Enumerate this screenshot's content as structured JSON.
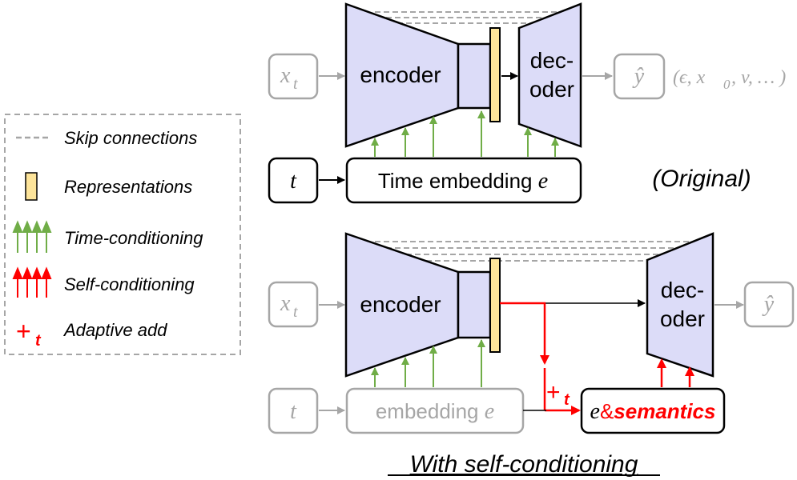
{
  "legend": {
    "skip_label": "Skip connections",
    "repr_label": "Representations",
    "time_cond_label": "Time-conditioning",
    "self_cond_label": "Self-conditioning",
    "adaptive_symbol": "+",
    "adaptive_sub": "t",
    "adaptive_label": "Adaptive add"
  },
  "top": {
    "input_var": "x",
    "input_sub": "t",
    "encoder_label": "encoder",
    "decoder_line1": "dec-",
    "decoder_line2": "oder",
    "output_label": "ŷ",
    "output_params": "(ϵ, x",
    "output_params_sub": "0",
    "output_params_tail": ", v, … )",
    "time_label": "t",
    "embed_label": "Time embedding ",
    "embed_var": "e",
    "caption": "(Original)"
  },
  "bottom": {
    "input_var": "x",
    "input_sub": "t",
    "encoder_label": "encoder",
    "decoder_line1": "dec-",
    "decoder_line2": "oder",
    "output_label": "ŷ",
    "time_label": "t",
    "embed_label": "embedding ",
    "embed_var": "e",
    "adaptive_symbol": "+",
    "adaptive_sub": "t",
    "sem_var": "e",
    "sem_amp": "&",
    "sem_label": "semantics",
    "caption": "With self-conditioning"
  },
  "colors": {
    "block_fill": "#dcdcf8",
    "repr_fill": "#fde49a",
    "time_arrow": "#70ad47",
    "self_arrow": "#ff0000",
    "gray": "#a6a6a6"
  }
}
